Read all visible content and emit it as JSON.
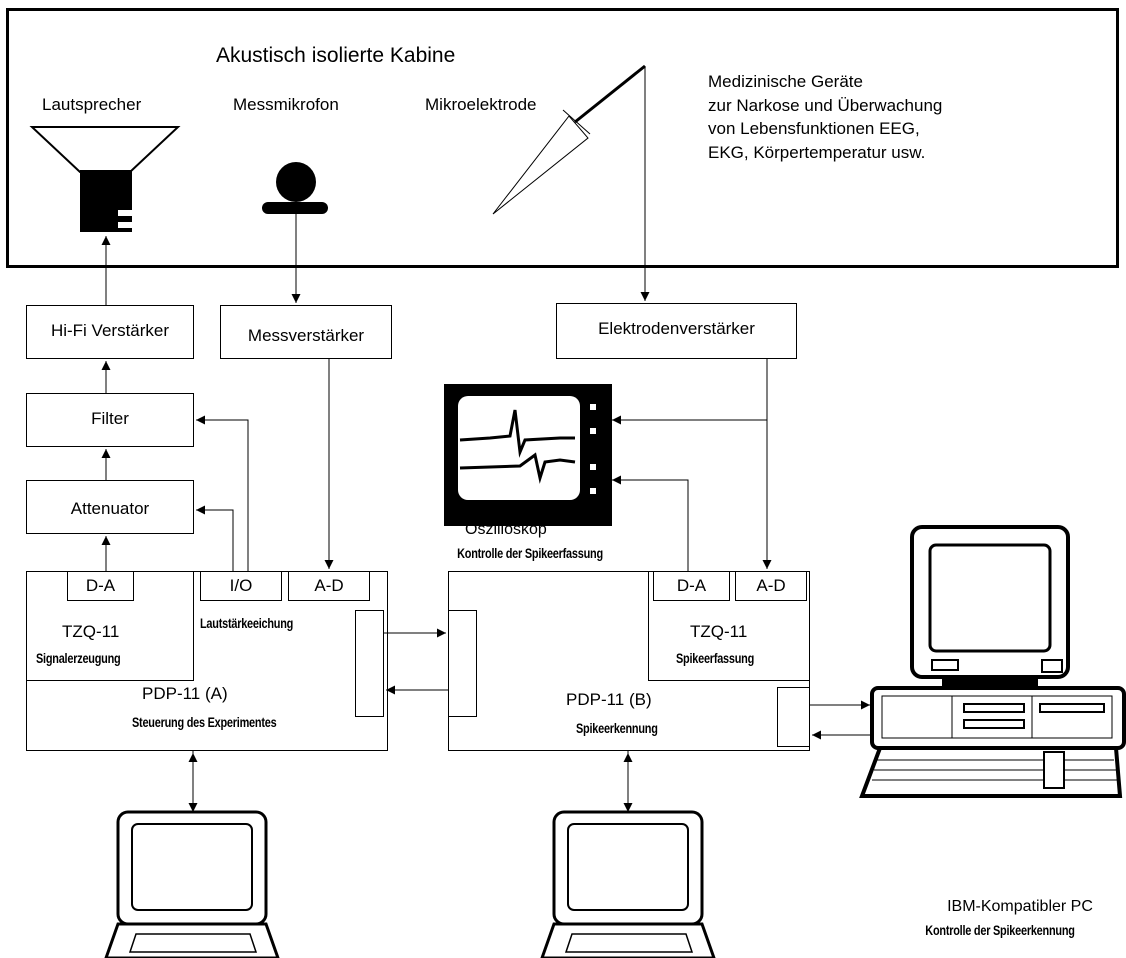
{
  "cabin": {
    "title": "Akustisch isolierte Kabine",
    "speaker_label": "Lautsprecher",
    "microphone_label": "Messmikrofon",
    "electrode_label": "Mikroelektrode",
    "medical_lines": [
      "Medizinische Geräte",
      "zur Narkose und Überwachung",
      "von Lebensfunktionen EEG,",
      "EKG, Körpertemperatur usw."
    ]
  },
  "amplifiers": {
    "hifi": "Hi-Fi Verstärker",
    "measure": "Messverstärker",
    "electrode": "Elektrodenverstärker"
  },
  "chain": {
    "filter": "Filter",
    "attenuator": "Attenuator"
  },
  "oscilloscope": {
    "label": "Oszilloskop",
    "caption": "Kontrolle der Spikeerfassung"
  },
  "pdp_a": {
    "da": "D-A",
    "io": "I/O",
    "ad": "A-D",
    "tzq": "TZQ-11",
    "tzq_sub": "Signalerzeugung",
    "volume": "Lautstärkeeichung",
    "name": "PDP-11 (A)",
    "sub": "Steuerung des Experimentes"
  },
  "pdp_b": {
    "da": "D-A",
    "ad": "A-D",
    "tzq": "TZQ-11",
    "tzq_sub": "Spikeerfassung",
    "name": "PDP-11 (B)",
    "sub": "Spikeerkennung"
  },
  "pc": {
    "label": "IBM-Kompatibler PC",
    "sub": "Kontrolle der Spikeerkennung"
  },
  "colors": {
    "line": "#000000",
    "background": "#ffffff",
    "screen": "#ffffff"
  }
}
